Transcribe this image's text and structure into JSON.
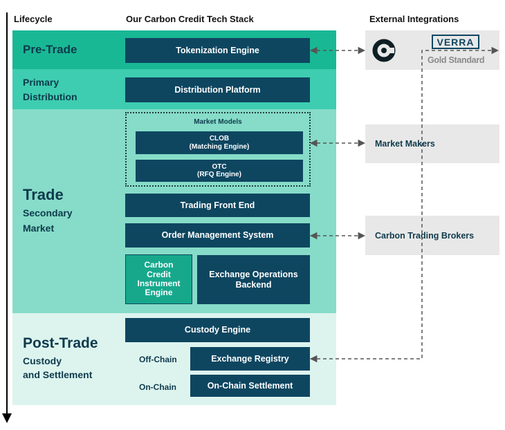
{
  "headers": {
    "lifecycle": "Lifecycle",
    "stack": "Our Carbon Credit Tech Stack",
    "external": "External Integrations"
  },
  "colors": {
    "pre_trade_band": "#19b894",
    "primary_band": "#3ecdb0",
    "trade_band": "#86dcc8",
    "post_trade_band": "#ddf4ee",
    "box_dark": "#0e4660",
    "box_teal": "#17a88c",
    "external_bg": "#e8e8e8"
  },
  "stages": {
    "pre_trade": "Pre-Trade",
    "primary_distribution_line1": "Primary",
    "primary_distribution_line2": "Distribution",
    "trade": "Trade",
    "trade_sub_line1": "Secondary",
    "trade_sub_line2": "Market",
    "post_trade": "Post-Trade",
    "post_trade_sub_line1": "Custody",
    "post_trade_sub_line2": "and Settlement"
  },
  "components": {
    "tokenization_engine": "Tokenization Engine",
    "distribution_platform": "Distribution Platform",
    "market_models": "Market Models",
    "clob_line1": "CLOB",
    "clob_line2": "(Matching Engine)",
    "otc_line1": "OTC",
    "otc_line2": "(RFQ Engine)",
    "trading_front_end": "Trading Front End",
    "order_management_system": "Order Management System",
    "cci_engine_line1": "Carbon",
    "cci_engine_line2": "Credit",
    "cci_engine_line3": "Instrument",
    "cci_engine_line4": "Engine",
    "exchange_ops_line1": "Exchange Operations",
    "exchange_ops_line2": "Backend",
    "custody_engine": "Custody Engine",
    "off_chain_label": "Off-Chain",
    "exchange_registry": "Exchange Registry",
    "on_chain_label": "On-Chain",
    "on_chain_settlement": "On-Chain Settlement"
  },
  "external": {
    "verra": "VERRA",
    "gold_standard": "Gold Standard",
    "market_makers": "Market Makers",
    "carbon_trading_brokers": "Carbon Trading Brokers"
  }
}
